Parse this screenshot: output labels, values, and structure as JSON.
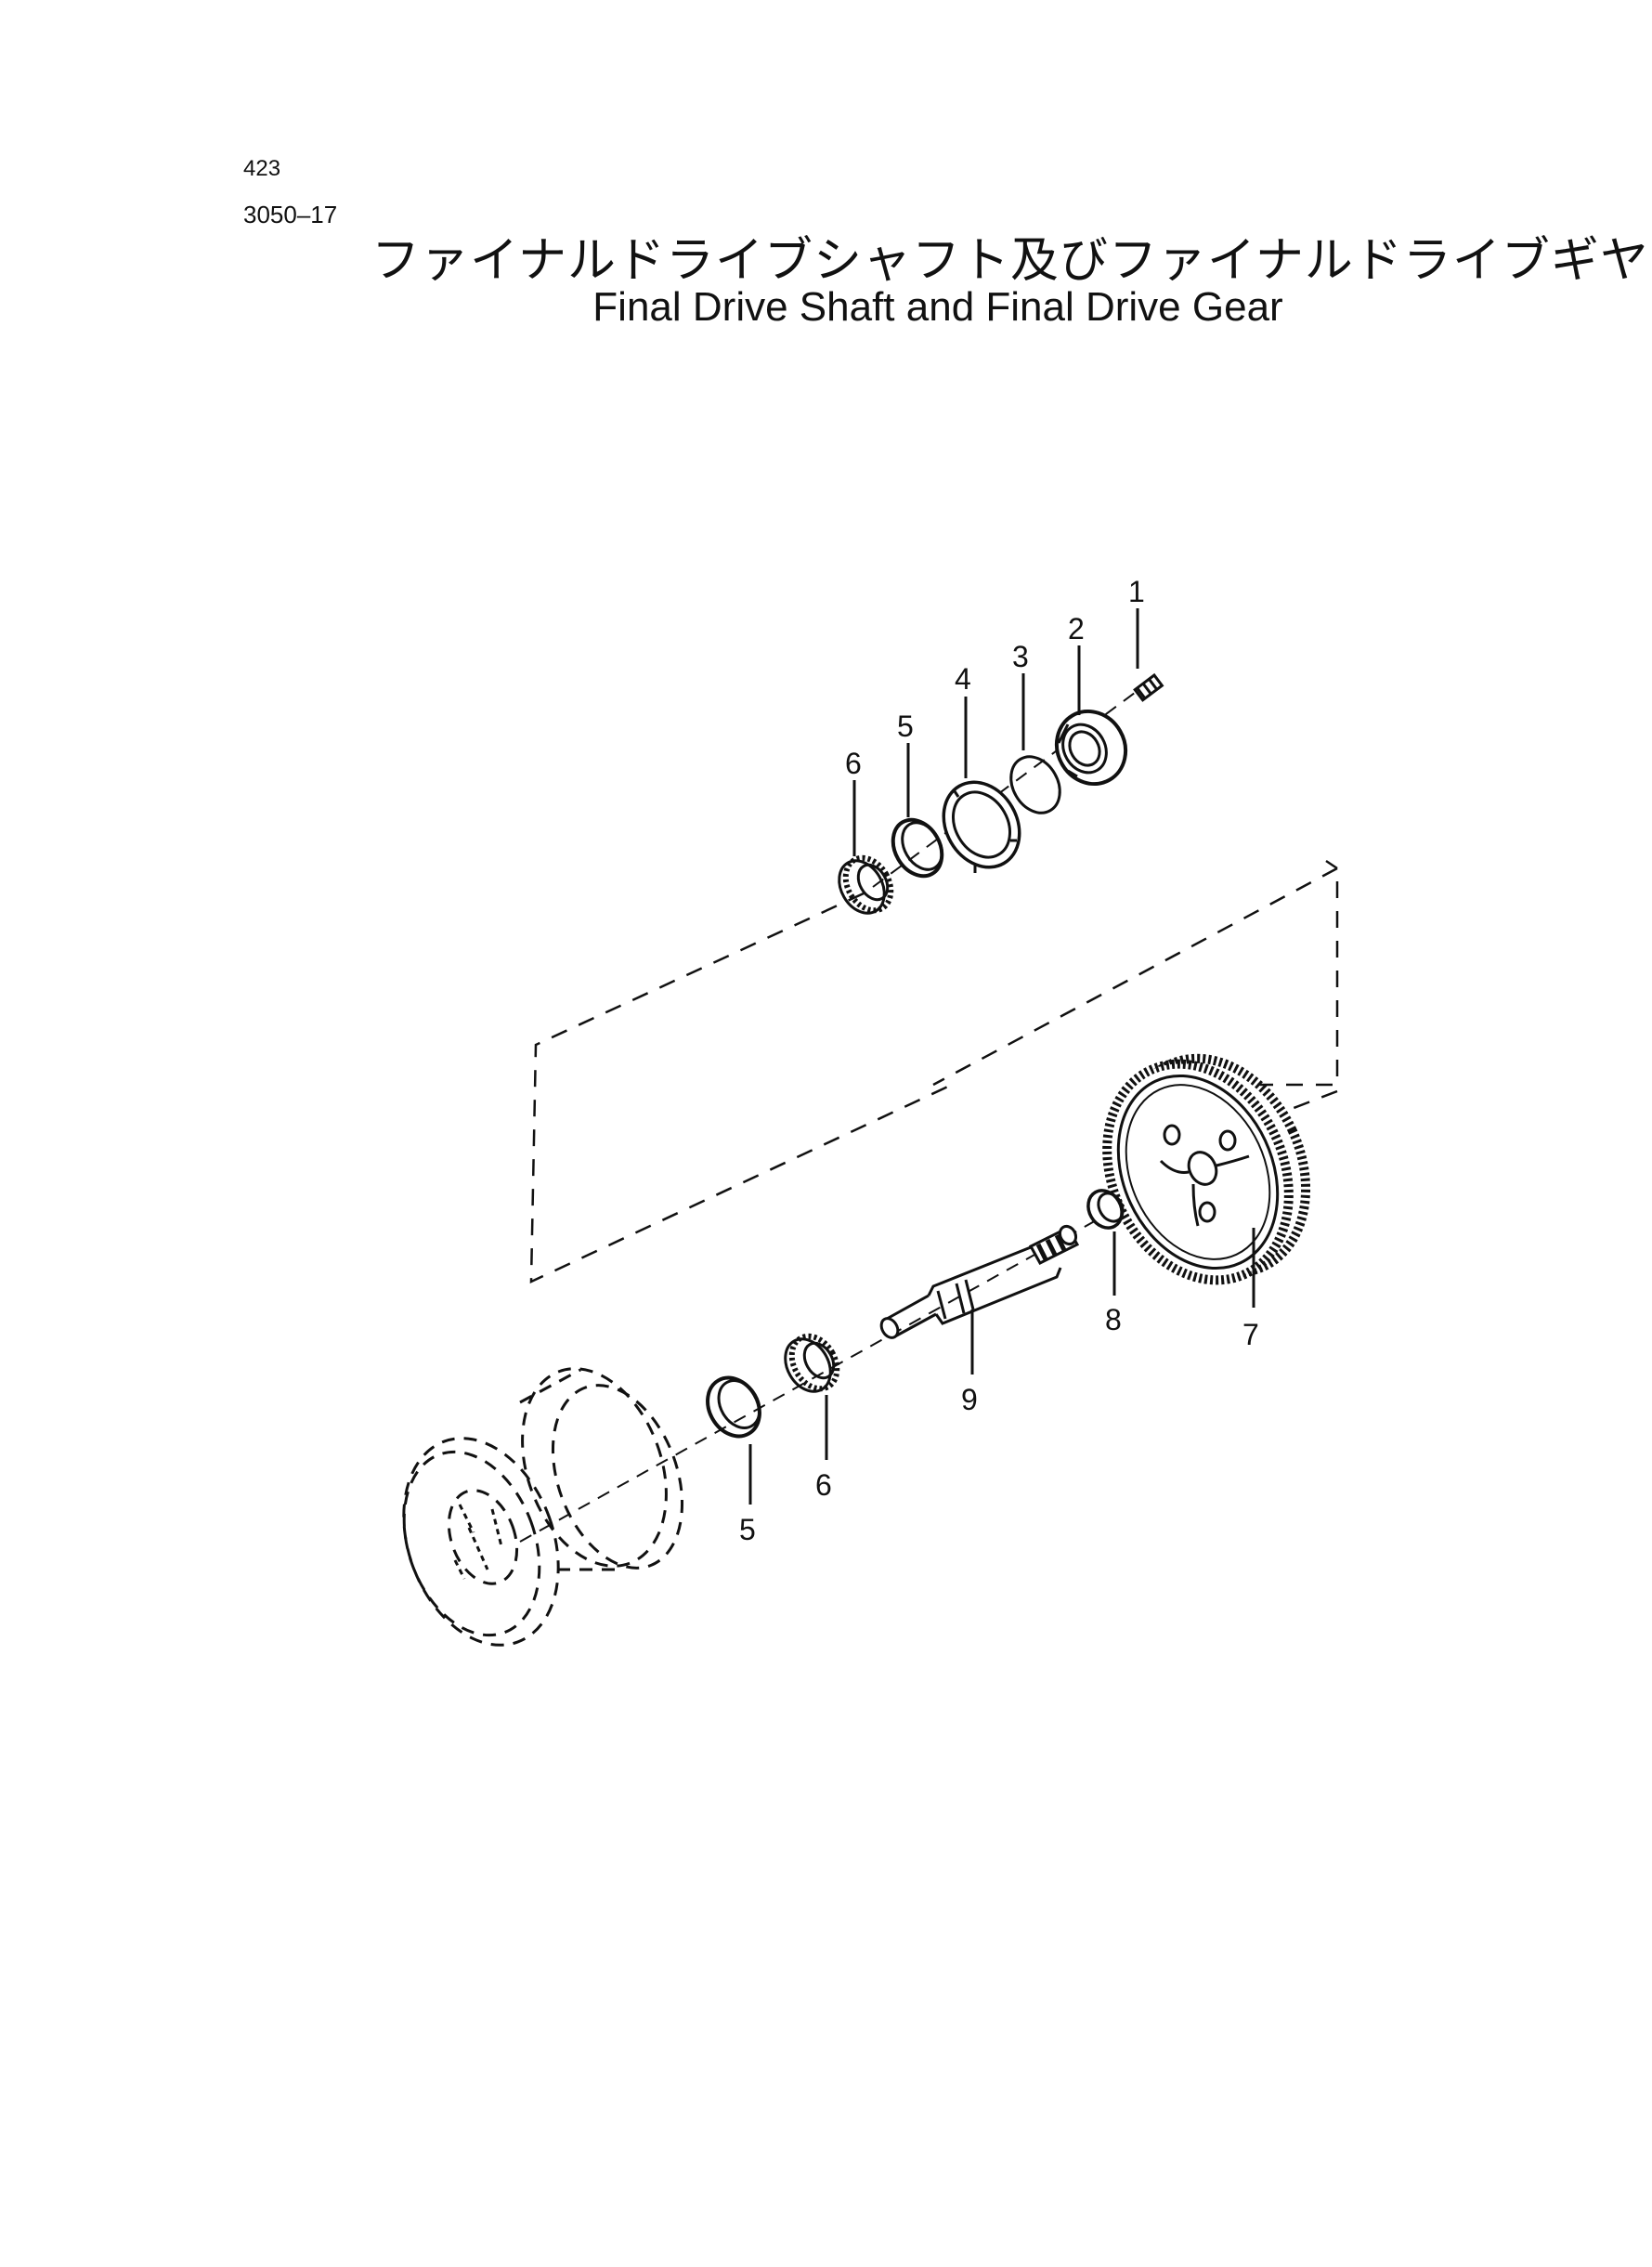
{
  "header": {
    "page_number": "423",
    "figure_code": "3050–17",
    "title_jp": "ファイナルドライブシャフト及びファイナルドライブギヤ",
    "title_en": "Final Drive Shaft and Final Drive Gear"
  },
  "callouts": {
    "c1": "1",
    "c2": "2",
    "c3": "3",
    "c4": "4",
    "c5_upper": "5",
    "c6_upper": "6",
    "c7": "7",
    "c8": "8",
    "c9": "9",
    "c5_lower": "5",
    "c6_lower": "6"
  }
}
